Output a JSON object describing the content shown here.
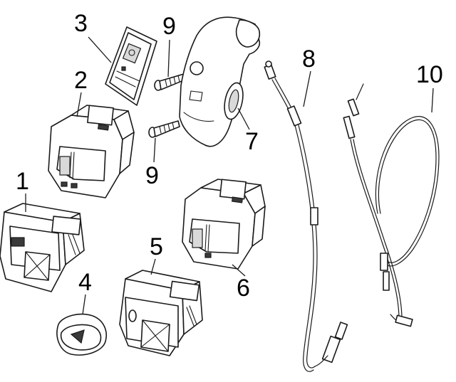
{
  "callouts": {
    "n1": "1",
    "n2": "2",
    "n3": "3",
    "n4": "4",
    "n5": "5",
    "n6": "6",
    "n7": "7",
    "n8": "8",
    "n9a": "9",
    "n9b": "9",
    "n10": "10"
  },
  "colors": {
    "ink": "#1a1a1a",
    "background": "#ffffff"
  }
}
